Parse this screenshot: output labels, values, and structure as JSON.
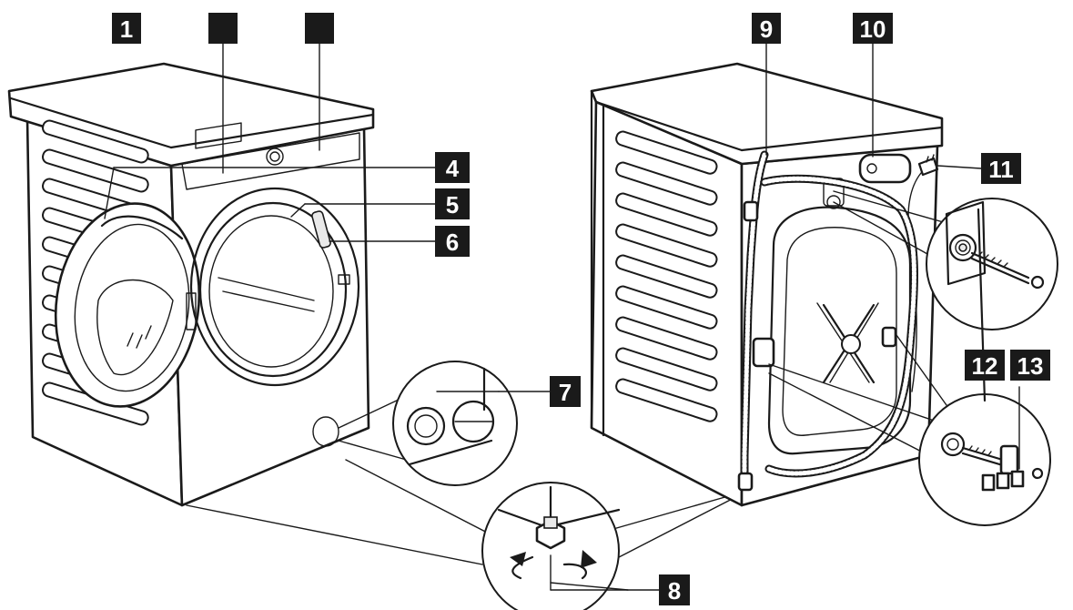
{
  "labels": [
    {
      "id": "l1",
      "text": "1"
    },
    {
      "id": "l2",
      "text": ""
    },
    {
      "id": "l3",
      "text": ""
    },
    {
      "id": "l4",
      "text": "4"
    },
    {
      "id": "l5",
      "text": "5"
    },
    {
      "id": "l6",
      "text": "6"
    },
    {
      "id": "l7",
      "text": "7"
    },
    {
      "id": "l8",
      "text": "8"
    },
    {
      "id": "l9",
      "text": "9"
    },
    {
      "id": "l10",
      "text": "10"
    },
    {
      "id": "l11",
      "text": "11"
    },
    {
      "id": "l12",
      "text": "12"
    },
    {
      "id": "l13",
      "text": "13"
    }
  ],
  "icons": [
    "rotate-arrow-left-icon",
    "rotate-arrow-right-icon",
    "power-plug-icon"
  ],
  "colors": {
    "ink": "#1a1a1a",
    "paper": "#ffffff"
  }
}
